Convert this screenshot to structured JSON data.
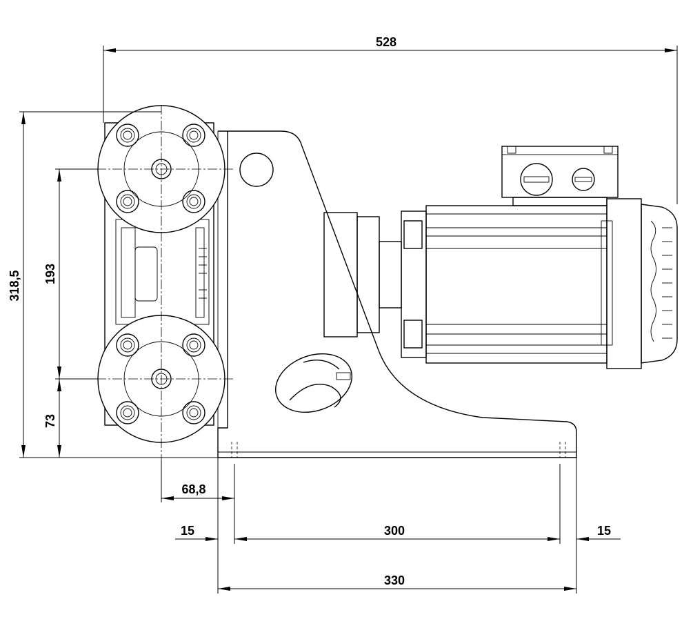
{
  "drawing": {
    "title": "Pump dimension drawing",
    "dimensions": {
      "overall_length": "528",
      "overall_height": "318,5",
      "port_spacing": "193",
      "lower_port_height": "73",
      "port_offset": "68,8",
      "foot_edge_left": "15",
      "foot_hole_spacing": "300",
      "foot_edge_right": "15",
      "foot_length": "330"
    }
  }
}
